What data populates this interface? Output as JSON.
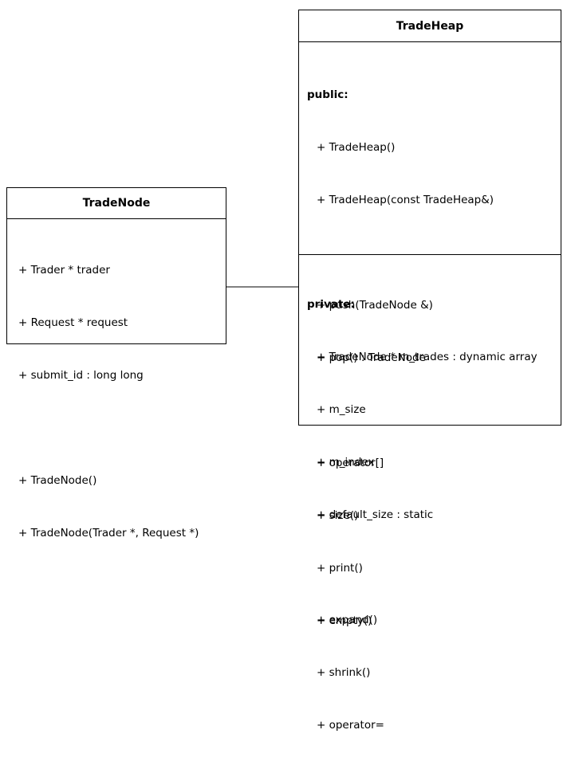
{
  "tradenode": {
    "title": "TradeNode",
    "attributes": [
      "+ Trader * trader",
      "+ Request * request",
      "+ submit_id : long long"
    ],
    "methods": [
      "+ TradeNode()",
      "+ TradeNode(Trader *, Request *)"
    ]
  },
  "tradeheap": {
    "title": "TradeHeap",
    "public": {
      "label": "public:",
      "constructors": [
        "+ TradeHeap()",
        "+ TradeHeap(const TradeHeap&)"
      ],
      "heap_ops": [
        "+ push(TradeNode &)",
        "+ pop() : TradeNode"
      ],
      "accessors": [
        "+ operator[]",
        "+ size()",
        "+ print()",
        "+ empty()"
      ]
    },
    "private": {
      "label": "private:",
      "fields": [
        "+ TradeNode * m_trades : dynamic array",
        "+ m_size",
        "+ m_index",
        "+ default_size : static"
      ],
      "helpers": [
        "+ expand()",
        "+ shrink()",
        "+ operator="
      ]
    }
  }
}
